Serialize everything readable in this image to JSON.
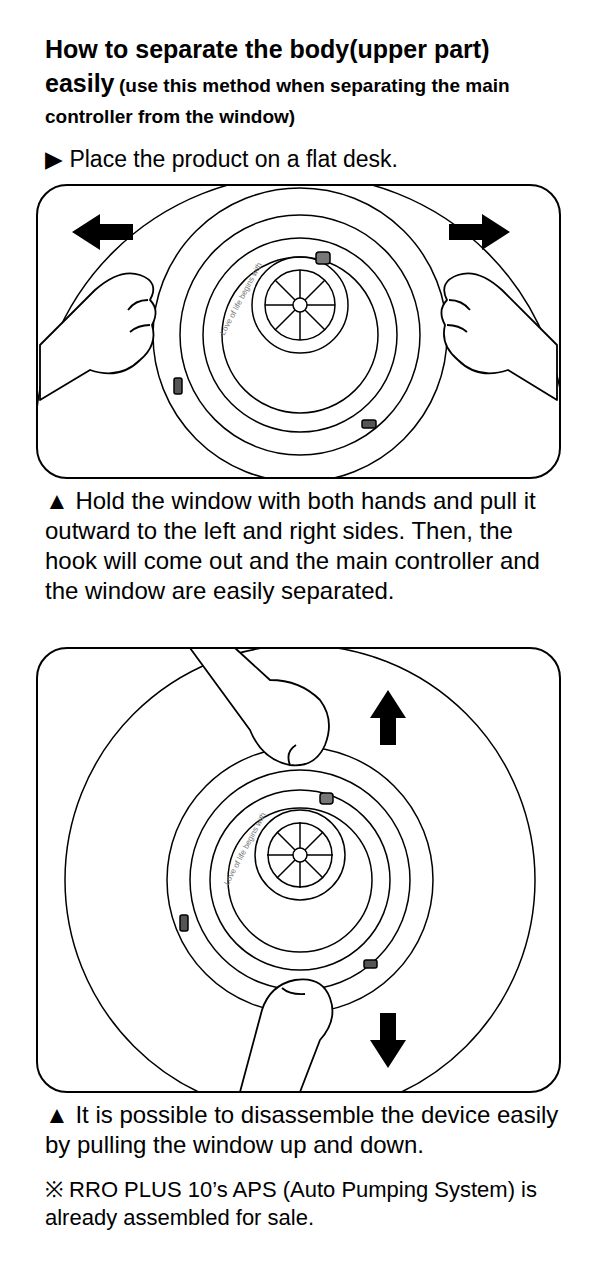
{
  "diagram": {
    "title": "How to separate the body(upper part) easily",
    "labels": [
      "(use this method when separating the main controller from the window)",
      "▶ Place the product on a flat desk.",
      "Love of life begins with",
      "▲ Hold the window with both hands and pull it outward to the left and right sides. Then, the hook will come out and the main controller and the window are easily separated.",
      "Love of life begins with",
      "▲ It is possible to disassemble the device easily by pulling the window up and down.",
      "※ RRO PLUS 10’s APS (Auto Pumping System) is already assembled for sale."
    ]
  }
}
